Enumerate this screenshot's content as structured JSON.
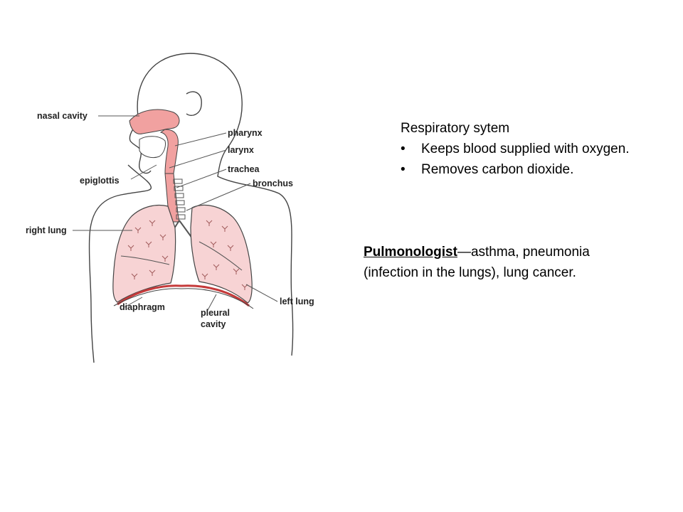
{
  "diagram": {
    "labels": {
      "nasal_cavity": "nasal cavity",
      "pharynx": "pharynx",
      "larynx": "larynx",
      "epiglottis": "epiglottis",
      "trachea": "trachea",
      "bronchus": "bronchus",
      "right_lung": "right lung",
      "left_lung": "left lung",
      "diaphragm": "diaphragm",
      "pleural_cavity_1": "pleural",
      "pleural_cavity_2": "cavity"
    },
    "colors": {
      "airway": "#f1a1a0",
      "lung_fill": "#f7d3d4",
      "diaphragm": "#c53a3a",
      "outline": "#444444"
    }
  },
  "system_block": {
    "title": "Respiratory sytem",
    "bullet_char": "•",
    "bullets": [
      "Keeps blood supplied with oxygen.",
      "Removes carbon dioxide."
    ]
  },
  "pulmonologist_block": {
    "term": "Pulmonologist",
    "line1_rest": "—asthma, pneumonia",
    "line2": "(infection in the lungs), lung cancer."
  }
}
